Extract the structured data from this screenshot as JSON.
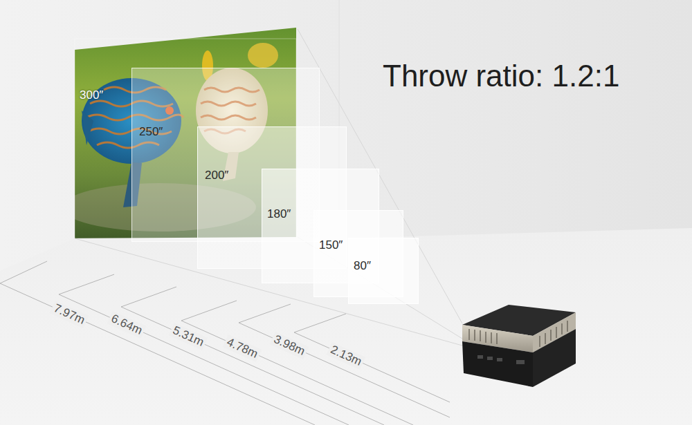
{
  "diagram": {
    "title": "Throw ratio: 1.2:1",
    "nodes": [
      {
        "text": [
          "300″"
        ]
      },
      {
        "text": [
          "250″"
        ]
      },
      {
        "text": [
          "200″"
        ]
      },
      {
        "text": [
          "180″"
        ]
      },
      {
        "text": [
          "150″"
        ]
      },
      {
        "text": [
          "80″"
        ]
      }
    ],
    "labels": [
      "7.97m",
      "6.64m",
      "5.31m",
      "4.78m",
      "3.98m",
      "2.13m"
    ]
  }
}
